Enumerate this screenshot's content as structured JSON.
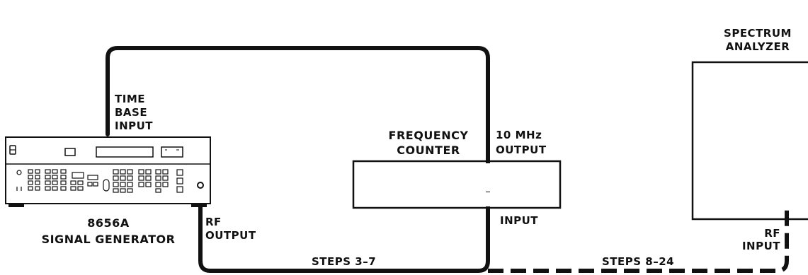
{
  "labels": {
    "time_base_input": [
      "TIME",
      "BASE",
      "INPUT"
    ],
    "generator_model": "8656A",
    "generator_name": "SIGNAL GENERATOR",
    "rf_output": [
      "RF",
      "OUTPUT"
    ],
    "counter": [
      "FREQUENCY",
      "COUNTER"
    ],
    "counter_10mhz_output": [
      "10 MHz",
      "OUTPUT"
    ],
    "counter_input": "INPUT",
    "analyzer": [
      "SPECTRUM",
      "ANALYZER"
    ],
    "analyzer_rf_input": [
      "RF",
      "INPUT"
    ],
    "steps_counter": "STEPS 3–7",
    "steps_analyzer": "STEPS 8–24"
  },
  "colors": {
    "line": "#111111",
    "background": "#ffffff"
  }
}
